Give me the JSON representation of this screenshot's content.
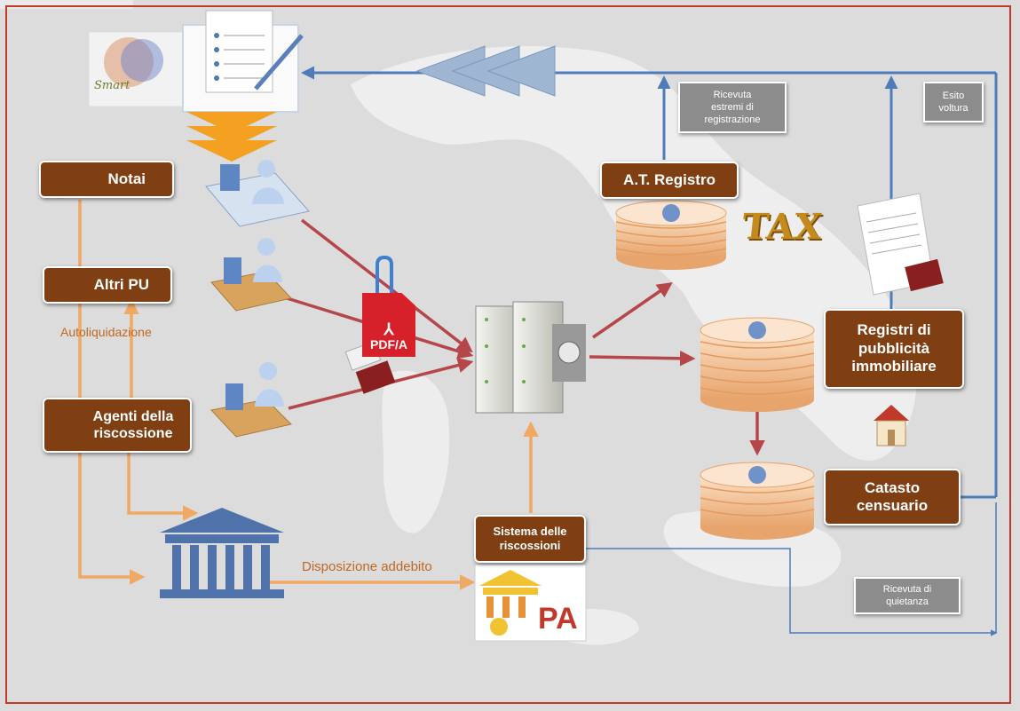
{
  "boxes": {
    "notai": "Notai",
    "altri_pu": "Altri PU",
    "agenti_line1": "Agenti della",
    "agenti_line2": "riscossione",
    "at_registro": "A.T. Registro",
    "registri_line1": "Registri  di",
    "registri_line2": "pubblicità",
    "registri_line3": "immobiliare",
    "catasto_line1": "Catasto",
    "catasto_line2": "censuario",
    "sistema_line1": "Sistema delle",
    "sistema_line2": "riscossioni"
  },
  "labels": {
    "autoliquidazione": "Autoliquidazione",
    "disposizione_addebito": "Disposizione addebito",
    "pdf_a": "PDF/A",
    "tax": "TAX",
    "pa": "PA"
  },
  "callouts": {
    "ricevuta_line1": "Ricevuta",
    "ricevuta_line2": "estremi di",
    "ricevuta_line3": "registrazione",
    "esito_line1": "Esito",
    "esito_line2": "voltura",
    "quietanza_line1": "Ricevuta di",
    "quietanza_line2": "quietanza"
  },
  "colors": {
    "box_brown": "#7f3f12",
    "orange_arrow": "#f0a865",
    "red_arrow": "#b5474b",
    "blue_arrow": "#4f7cb8",
    "callout_gray": "#8c8c8c",
    "frame_red": "#c0392b"
  },
  "icons": {
    "notai_emblem": "notary-seal-icon",
    "altri_emblem": "republic-emblem-icon",
    "agenti_emblem": "bank-icon",
    "server": "server-icon",
    "bank": "bank-building-icon",
    "house": "house-icon"
  }
}
